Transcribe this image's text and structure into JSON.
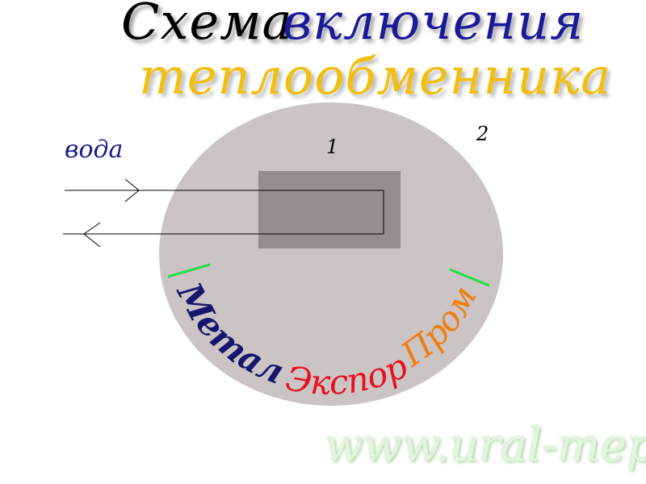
{
  "title": {
    "line1_word1": "Схема",
    "line1_word2": "включения",
    "line2": "теплообменника"
  },
  "diagram": {
    "water_label": "вода",
    "marker_1": "1",
    "marker_2": "2",
    "arc_text": {
      "part1": "Металл",
      "part2": "Экспорт",
      "part3": "Пром"
    }
  },
  "watermark": "www.ural-mep.ru",
  "colors": {
    "ellipse": "#cbc4c4",
    "exchanger_box": "#958e8e",
    "title_word1": "#000000",
    "title_word2": "#1a1a9a",
    "title_line2": "#f2be10",
    "arc_part1": "#16166e",
    "arc_part2": "#e8101c",
    "arc_part3": "#f07d10",
    "accent_lines": "#22dd44",
    "water_label": "#1a1a8a",
    "watermark": "#e3f5e0"
  }
}
